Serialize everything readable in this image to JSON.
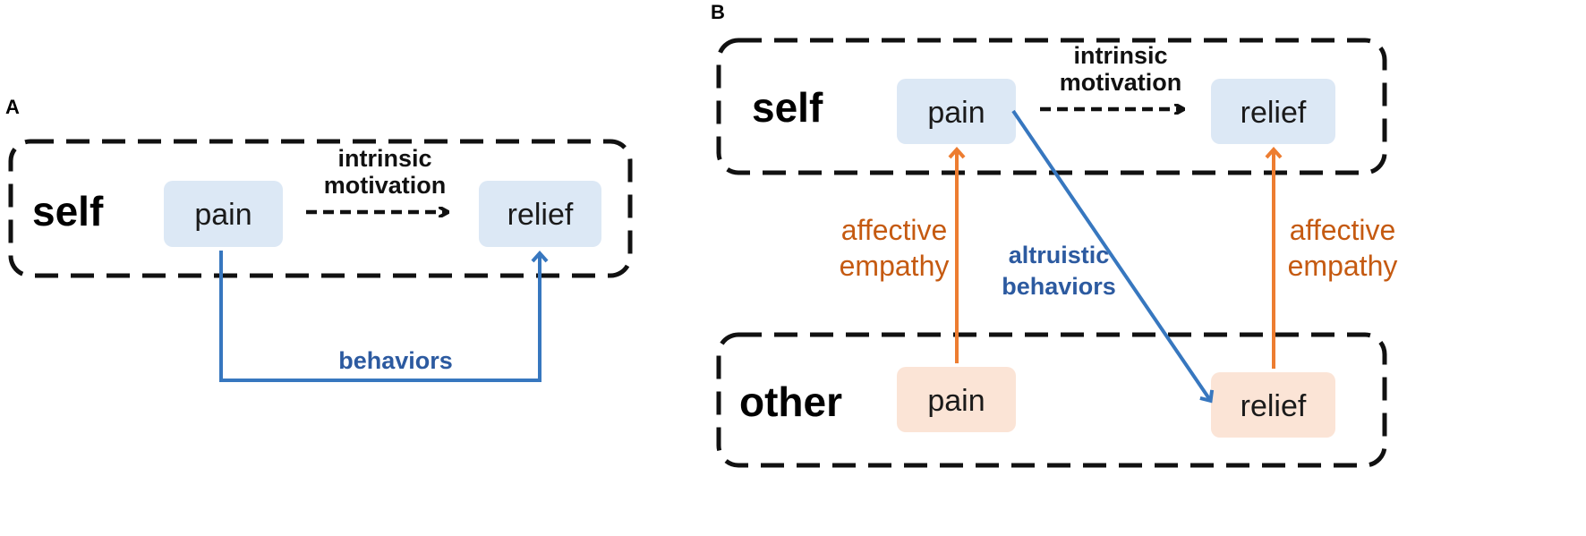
{
  "colors": {
    "self_node_fill": "#dce8f5",
    "other_node_fill": "#fbe4d6",
    "blue_arrow": "#3777bf",
    "blue_label": "#2c5aa0",
    "orange_arrow": "#ed7d31",
    "orange_label": "#c55a11",
    "dashed_black": "#111111"
  },
  "panel_a": {
    "letter": "A",
    "group_self": "self",
    "node_pain": "pain",
    "node_relief": "relief",
    "edge_intrinsic_line1": "intrinsic",
    "edge_intrinsic_line2": "motivation",
    "edge_behaviors": "behaviors"
  },
  "panel_b": {
    "letter": "B",
    "group_self": "self",
    "group_other": "other",
    "self_pain": "pain",
    "self_relief": "relief",
    "other_pain": "pain",
    "other_relief": "relief",
    "edge_intrinsic_line1": "intrinsic",
    "edge_intrinsic_line2": "motivation",
    "edge_empathy_left_line1": "affective",
    "edge_empathy_left_line2": "empathy",
    "edge_empathy_right_line1": "affective",
    "edge_empathy_right_line2": "empathy",
    "edge_altruistic_line1": "altruistic",
    "edge_altruistic_line2": "behaviors"
  }
}
